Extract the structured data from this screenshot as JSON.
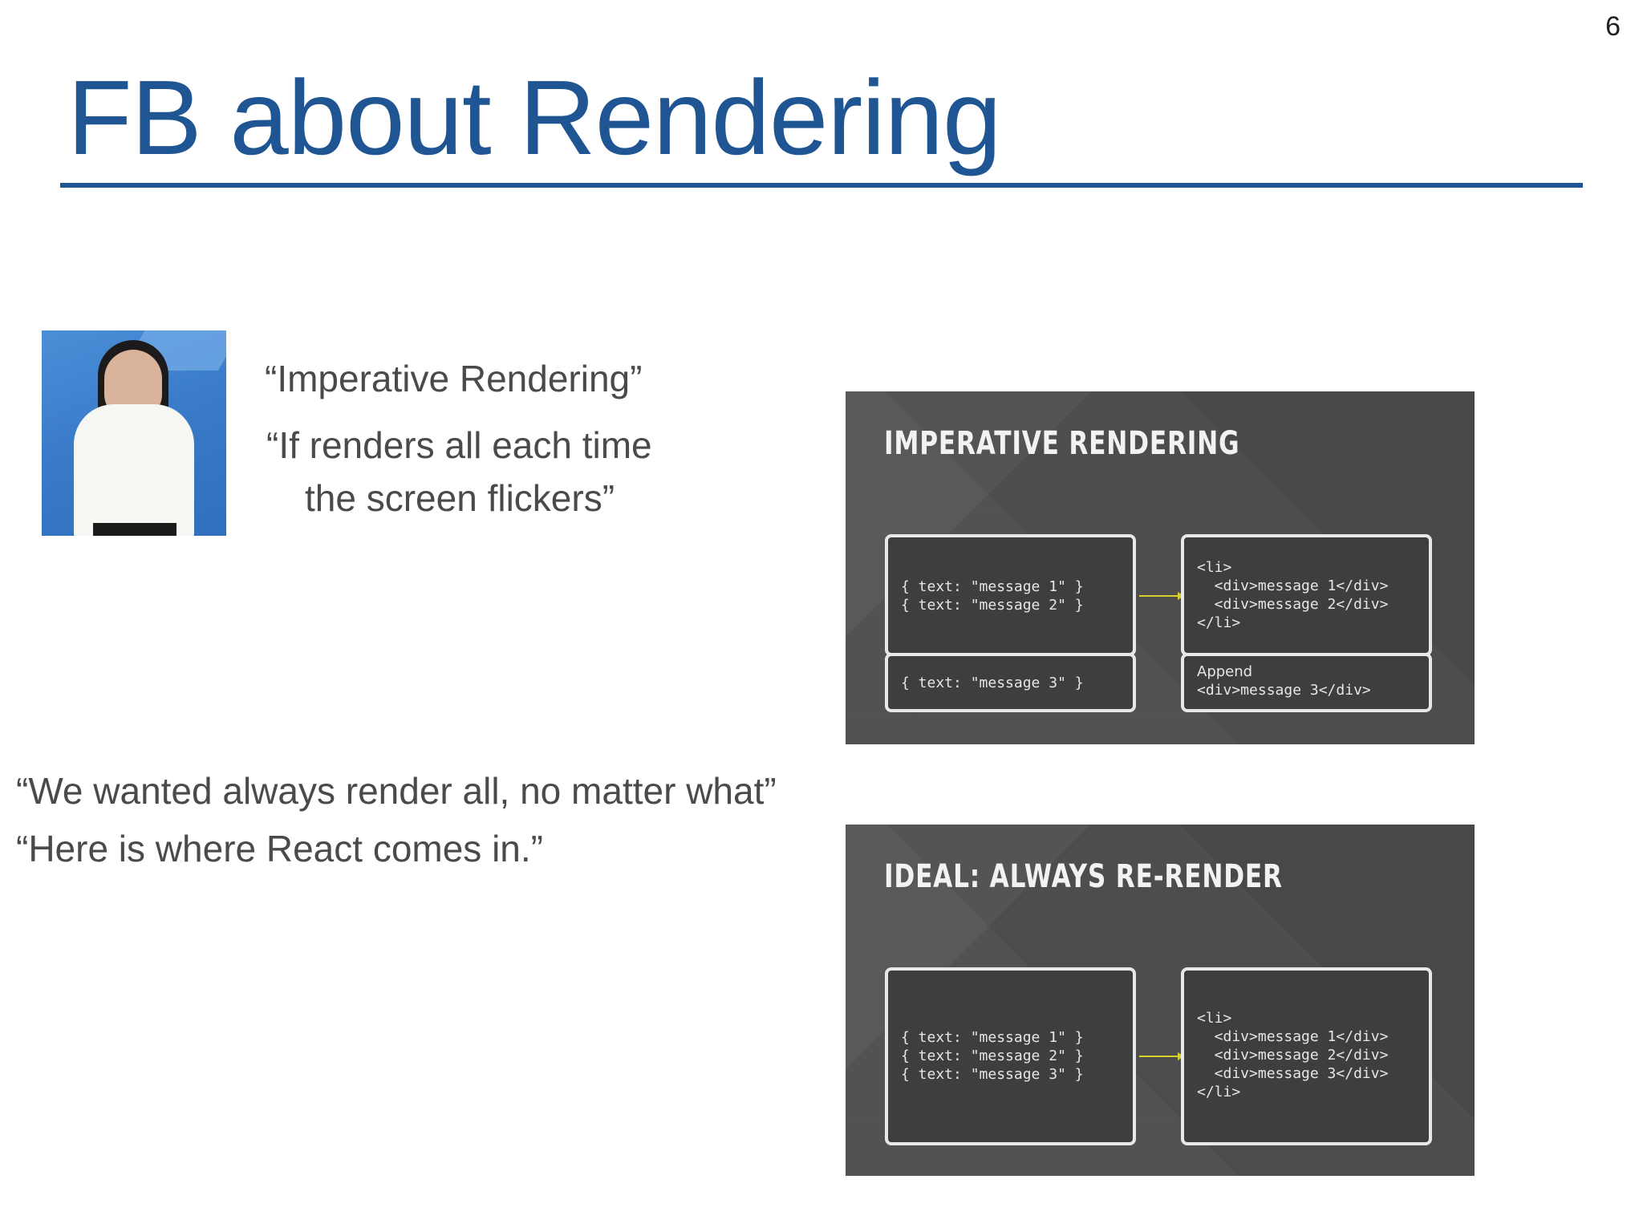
{
  "slide": {
    "page_number": "6",
    "title": "FB about Rendering"
  },
  "quotes": {
    "imperative": "“Imperative Rendering”",
    "renders_line1": "“If renders all each time",
    "renders_line2": "the screen flickers”",
    "always_render": "“We wanted always render all, no matter what”",
    "react": "“Here is where React comes in.”"
  },
  "embed_imperative": {
    "title": "IMPERATIVE RENDERING",
    "left_top_code": "{ text: \"message 1\" }\n{ text: \"message 2\" }",
    "left_bottom_code": "{ text: \"message 3\" }",
    "right_top_code": "<li>\n  <div>message 1</div>\n  <div>message 2</div>\n</li>",
    "right_bottom_label": "Append",
    "right_bottom_code": "<div>message 3</div>"
  },
  "embed_ideal": {
    "title": "IDEAL: ALWAYS RE-RENDER",
    "left_code": "{ text: \"message 1\" }\n{ text: \"message 2\" }\n{ text: \"message 3\" }",
    "right_code": "<li>\n  <div>message 1</div>\n  <div>message 2</div>\n  <div>message 3</div>\n</li>"
  },
  "colors": {
    "title_blue": "#1f5592",
    "quote_gray": "#4a4a4a",
    "embed_bg": "#4d4d4d",
    "arrow_yellow": "#d8d02a"
  }
}
